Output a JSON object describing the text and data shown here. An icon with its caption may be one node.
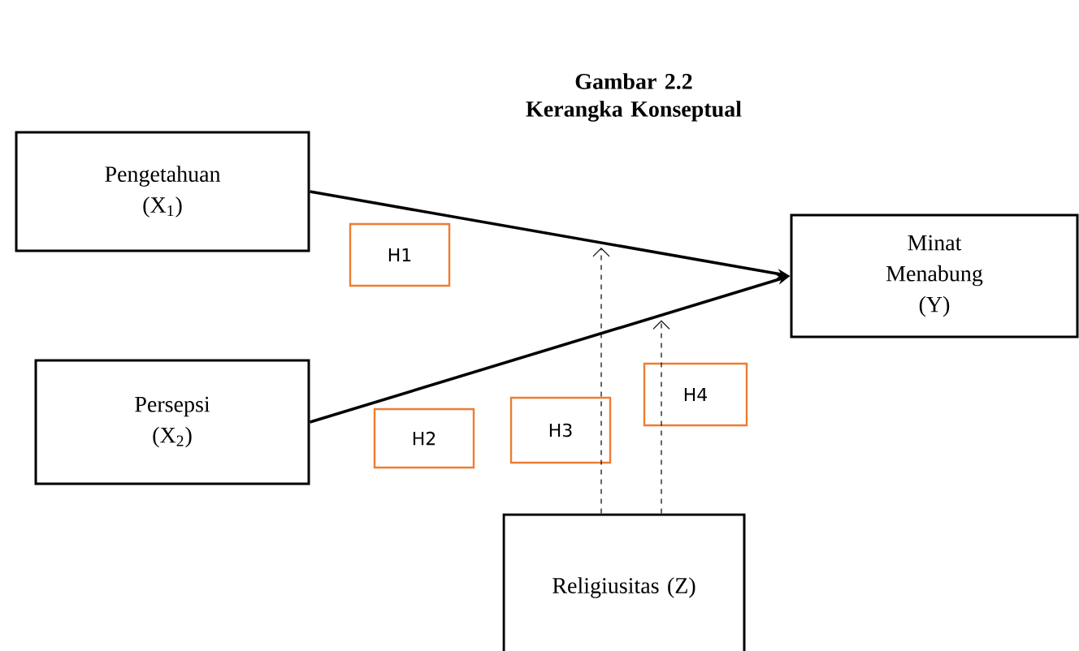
{
  "diagram": {
    "title": "Gambar 2.2 Kerangka Konseptual",
    "nodes": [
      {
        "text": [
          "Pengetahuan (X$_{1}$)"
        ]
      },
      {
        "text": [
          "Persepsi (X$_{2}$)"
        ]
      },
      {
        "text": [
          "Minat Menabung (Y)"
        ]
      },
      {
        "text": [
          "Religiusitas (Z)"
        ]
      },
      {
        "text": [
          "H1"
        ]
      },
      {
        "text": [
          "H2"
        ]
      },
      {
        "text": [
          "H3"
        ]
      },
      {
        "text": [
          "H4"
        ]
      }
    ],
    "edges": [
      {
        "from": 0,
        "to": 2,
        "arrow": "to"
      },
      {
        "from": 1,
        "to": 2,
        "arrow": "to"
      },
      {
        "from": 3,
        "to": null,
        "arrow": "to",
        "style": "dashed"
      },
      {
        "from": 3,
        "to": null,
        "arrow": "to",
        "style": "dashed"
      }
    ]
  }
}
